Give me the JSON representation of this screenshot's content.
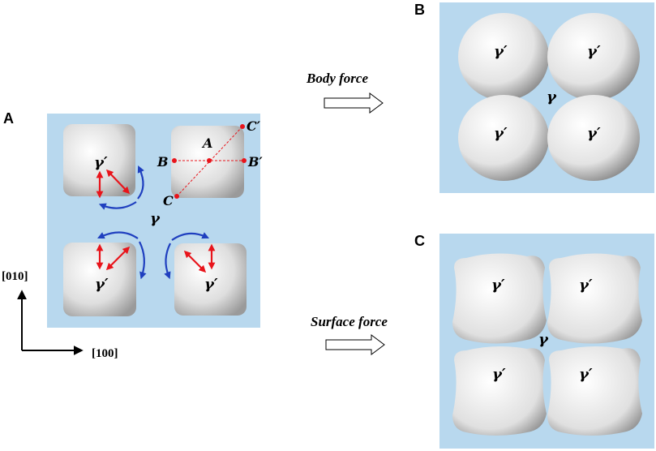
{
  "panels": {
    "a": "A",
    "b": "B",
    "c": "C"
  },
  "phases": {
    "precipitate": "γ′",
    "matrix": "γ"
  },
  "points": {
    "A": "A",
    "B": "B",
    "B_prime": "B′",
    "C": "C",
    "C_prime": "C′"
  },
  "axes": {
    "vertical": "[010]",
    "horizontal": "[100]"
  },
  "arrows": {
    "body_force": "Body force",
    "surface_force": "Surface force"
  },
  "colors": {
    "matrix_bg": "#b8d8ee",
    "stress_arrow": "#e8141b",
    "rotation_arrow": "#1f3fbf",
    "point_marker": "#e8141b"
  }
}
